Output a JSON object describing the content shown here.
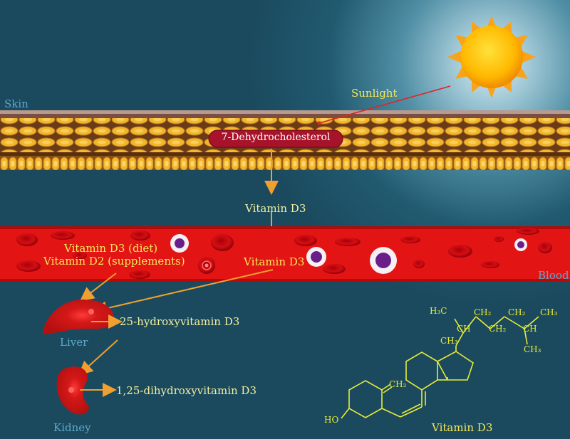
{
  "labels": {
    "skin": "Skin",
    "sunlight": "Sunlight",
    "dehydro": "7-Dehydrocholesterol",
    "vitd3_mid": "Vitamin D3",
    "vitd3_blood": "Vitamin D3",
    "diet": "Vitamin D3 (diet)",
    "supplements": "Vitamin D2 (supplements)",
    "blood": "Blood",
    "liver": "Liver",
    "hydroxy": "25-hydroxyvitamin D3",
    "kidney": "Kidney",
    "dihydroxy": "1,25-dihydroxyvitamin D3",
    "molecule_name": "Vitamin D3"
  },
  "molecule_labels": {
    "h3c": "H₃C",
    "ch_left": "CH",
    "ch2_top": "CH₂",
    "ch2_low": "CH₂",
    "ch2_right": "CH₂",
    "ch_right": "CH",
    "ch3_right": "CH₃",
    "ch3_bottom": "CH₃",
    "ch3_ring": "CH₃",
    "ch2_ring": "CH₂",
    "ho": "HO"
  },
  "colors": {
    "background": "#1b4a5e",
    "blood": "#e31414",
    "skin_cells": "#f2b62c",
    "label_yellow": "#f5e75a",
    "label_blue": "#5fa6cc",
    "arrow": "#f0a030",
    "sun_ray": "#e0242a"
  }
}
